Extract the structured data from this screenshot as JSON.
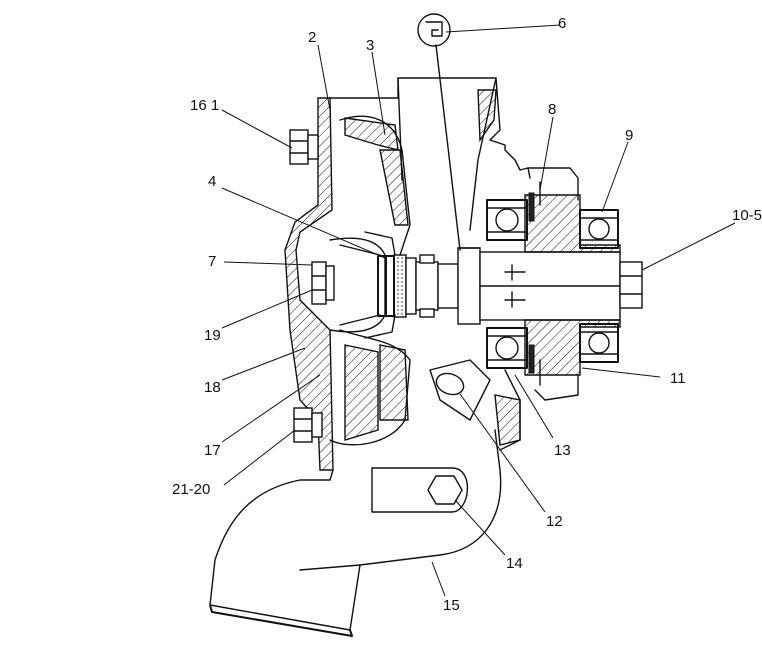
{
  "callouts": {
    "c16_1": "16 1",
    "c2": "2",
    "c3": "3",
    "c4": "4",
    "c6": "6",
    "c7": "7",
    "c8": "8",
    "c9": "9",
    "c10_5": "10-5",
    "c11": "11",
    "c12": "12",
    "c13": "13",
    "c14": "14",
    "c15": "15",
    "c17": "17",
    "c18": "18",
    "c19": "19",
    "c21_20": "21-20"
  }
}
